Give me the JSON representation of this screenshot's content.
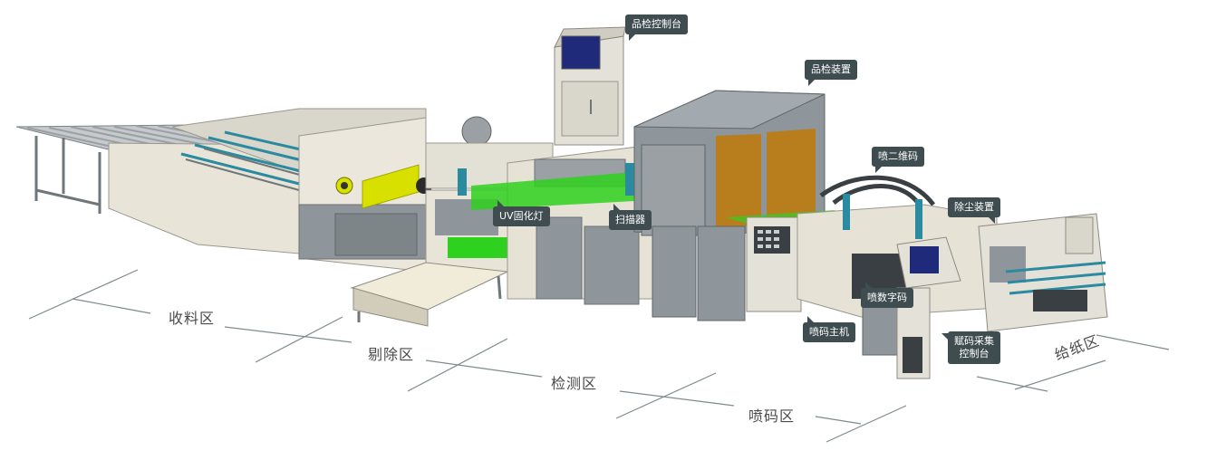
{
  "callouts": {
    "qc_console": "品检控制台",
    "qc_device": "品检装置",
    "spray_qr": "喷二维码",
    "dust_removal": "除尘装置",
    "uv_lamp": "UV固化灯",
    "scanner": "扫描器",
    "spray_digits": "喷数字码",
    "inkjet_host": "喷码主机",
    "coding_console_line1": "赋码采集",
    "coding_console_line2": "控制台"
  },
  "zones": {
    "collection": "收料区",
    "rejection": "剔除区",
    "inspection": "检测区",
    "coding": "喷码区",
    "feeding": "给纸区"
  },
  "colors": {
    "callout_bg": "#3f4c50",
    "machine_grey": "#8e969b",
    "machine_light": "#e8e4d8",
    "panel_blue": "#1f2a7a",
    "accent_yellow": "#d8e000",
    "accent_green": "#2fd11f",
    "accent_orange": "#b87d1c",
    "accent_teal": "#2a8aa0"
  }
}
